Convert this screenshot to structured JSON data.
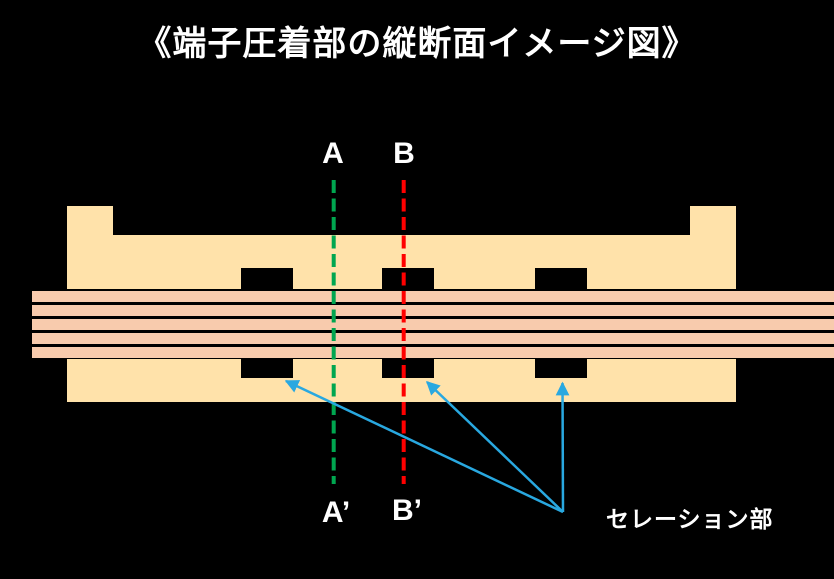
{
  "title": "《端子圧着部の縦断面イメージ図》",
  "labels": {
    "section_a_top": "A",
    "section_b_top": "B",
    "section_a_bottom": "A’",
    "section_b_bottom": "B’"
  },
  "annotations": {
    "serration_label": "セレーション部"
  },
  "colors": {
    "background": "#000000",
    "terminal": "#FFE2AA",
    "wire_strand": "#F8CBAD",
    "line_a": "#00A650",
    "line_b": "#FF0000",
    "arrow": "#29A8E0",
    "text": "#FFFFFF"
  }
}
